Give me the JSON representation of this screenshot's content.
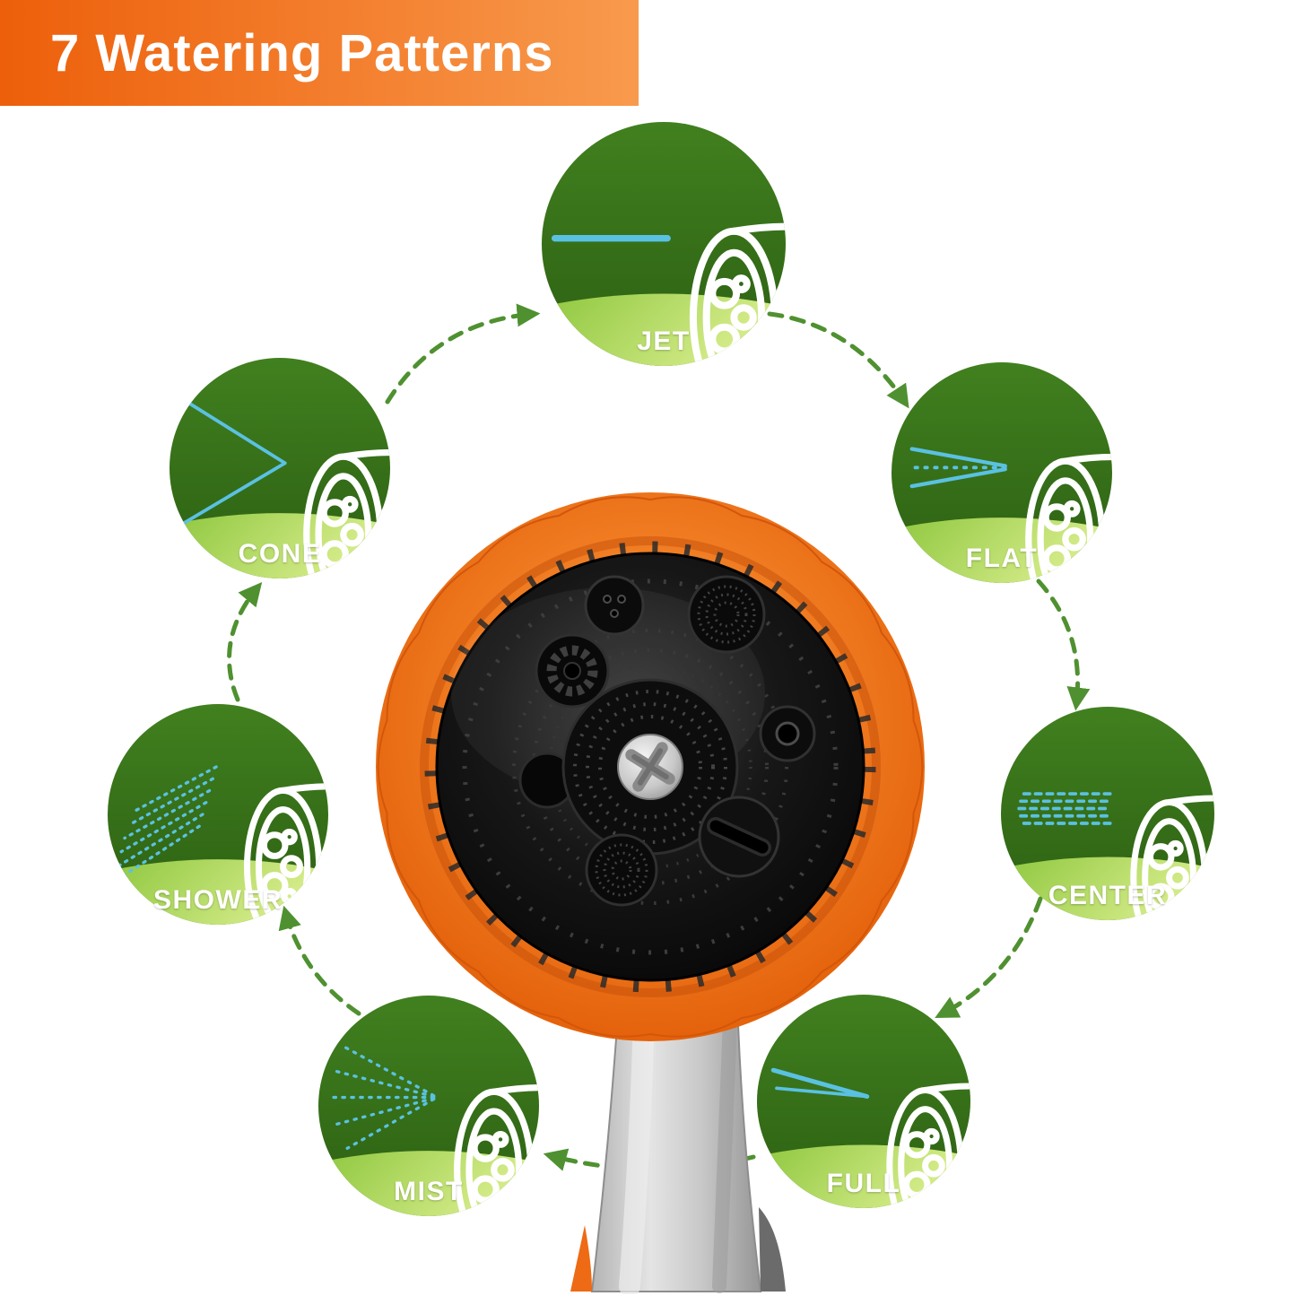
{
  "header": {
    "title": "7 Watering Patterns"
  },
  "patterns": [
    {
      "id": "jet",
      "label": "JET"
    },
    {
      "id": "flat",
      "label": "FLAT"
    },
    {
      "id": "center",
      "label": "CENTER"
    },
    {
      "id": "full",
      "label": "FULL"
    },
    {
      "id": "mist",
      "label": "MIST"
    },
    {
      "id": "shower",
      "label": "SHOWER"
    },
    {
      "id": "cone",
      "label": "CONE"
    }
  ],
  "colors": {
    "banner-start": "#ed5f0a",
    "banner-end": "#f89a4d",
    "badge-green-top": "#3e7b1f",
    "badge-green-bottom": "#2e6314",
    "band-start": "#8cc63c",
    "band-end": "#dcef91",
    "spray-blue": "#5bc1e2",
    "arrow-green": "#4f9130",
    "nozzle-orange": "#ee6a14",
    "text-white": "#ffffff"
  }
}
